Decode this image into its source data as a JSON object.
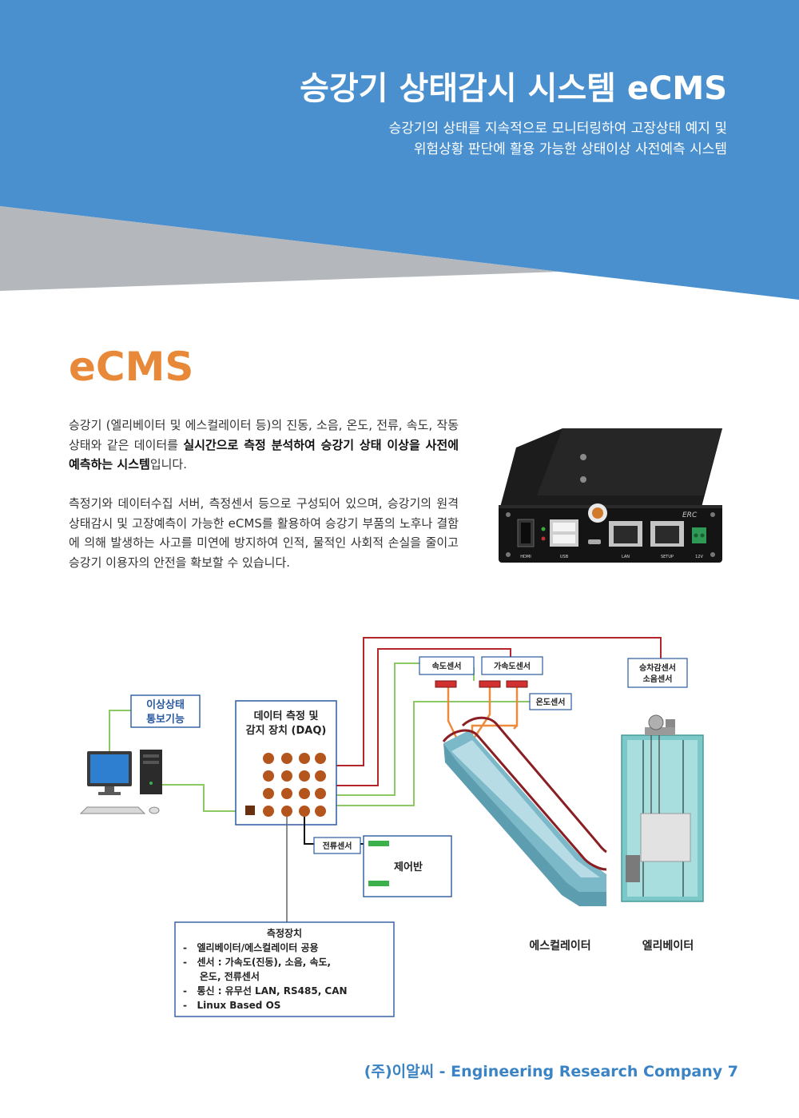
{
  "header": {
    "title": "승강기 상태감시 시스템 eCMS",
    "subtitle_lines": [
      "승강기의 상태를 지속적으로 모니터링하여 고장상태 예지 및",
      "위험상황 판단에 활용 가능한 상태이상 사전예측 시스템"
    ]
  },
  "section": {
    "title": "eCMS",
    "paragraph1": {
      "part1": "승강기 (엘리베이터 및 에스컬레이터 등)의 진동, 소음, 온도, 전류, 속도, 작동상태와 같은 데이터를 ",
      "bold": "실시간으로 측정 분석하여 승강기 상태 이상을 사전에 예측하는 시스템",
      "part2": "입니다."
    },
    "paragraph2": "측정기와 데이터수집 서버, 측정센서 등으로 구성되어 있으며, 승강기의 원격상태감시 및 고장예측이 가능한 eCMS를 활용하여 승강기 부품의 노후나 결함에 의해 발생하는 사고를 미연에 방지하여 인적, 물적인 사회적 손실을 줄이고 승강기 이용자의 안전을 확보할 수 있습니다."
  },
  "device": {
    "brand": "ERC",
    "ports": [
      "HDMI",
      "USB",
      "LAN",
      "SETUP",
      "12V"
    ]
  },
  "diagram": {
    "alert_box": [
      "이상상태",
      "통보기능"
    ],
    "daq_box": [
      "데이터 측정 및",
      "감지 장치 (DAQ)"
    ],
    "speed_sensor": "속도센서",
    "accel_sensor": "가속도센서",
    "temp_sensor": "온도센서",
    "noise_sensor": [
      "승차감센서",
      "소음센서"
    ],
    "current_sensor": "전류센서",
    "control_panel": "제어반",
    "escalator_label": "에스컬레이터",
    "elevator_label": "엘리베이터",
    "spec_title": "측정장치",
    "spec_lines": [
      "-   엘리베이터/에스컬레이터 공용",
      "-   센서 : 가속도(진동), 소음, 속도,",
      "     온도, 전류센서",
      "-   통신 : 유무선 LAN, RS485, CAN",
      "-   Linux Based OS"
    ]
  },
  "footer": "(주)이알씨 - Engineering Research Company 7",
  "colors": {
    "banner_blue": "#4a90cf",
    "banner_gray": "#b4b8bd",
    "accent_orange": "#e8893a",
    "footer_blue": "#3a83c4",
    "wire_red": "#b5252c",
    "wire_green": "#8cc864",
    "sensor_orange": "#ee8a3c"
  }
}
